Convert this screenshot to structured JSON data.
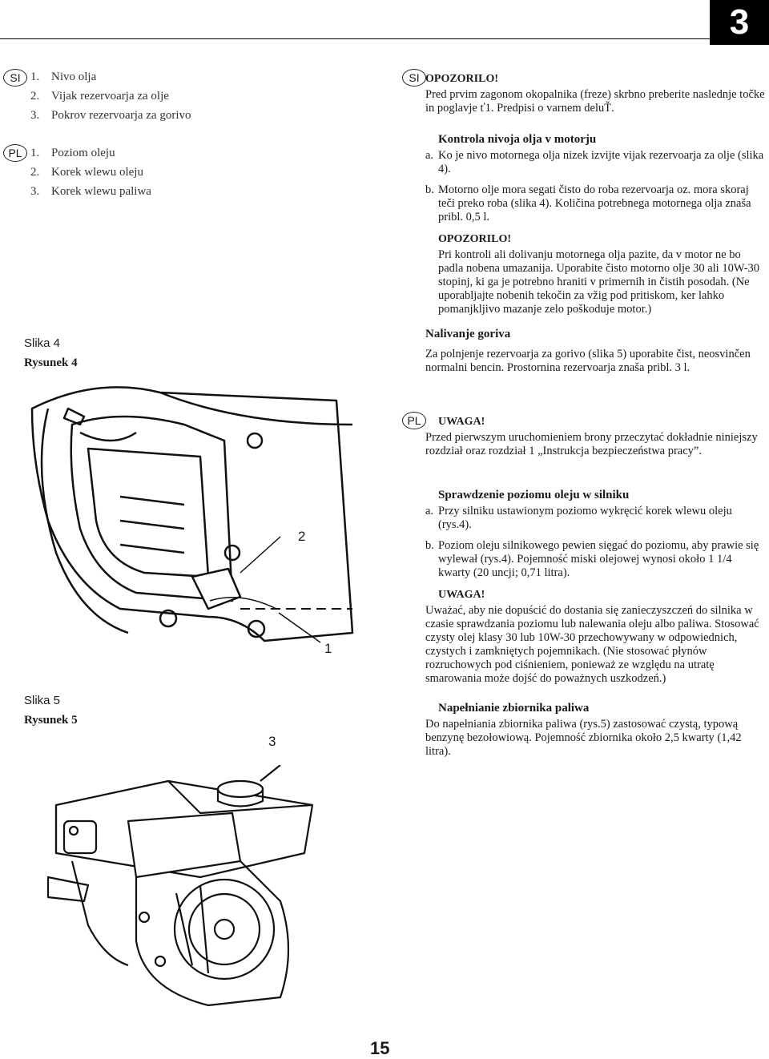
{
  "page_tab": "3",
  "page_number": "15",
  "legend_si": {
    "badge": "SI",
    "items": [
      {
        "num": "1.",
        "text": "Nivo olja"
      },
      {
        "num": "2.",
        "text": "Vijak rezervoarja za olje"
      },
      {
        "num": "3.",
        "text": "Pokrov rezervoarja za gorivo"
      }
    ]
  },
  "legend_pl": {
    "badge": "PL",
    "items": [
      {
        "num": "1.",
        "text": "Poziom oleju"
      },
      {
        "num": "2.",
        "text": "Korek wlewu oleju"
      },
      {
        "num": "3.",
        "text": "Korek wlewu paliwa"
      }
    ]
  },
  "fig4": {
    "caption_si": "Slika 4",
    "caption_pl": "Rysunek 4"
  },
  "fig5": {
    "caption_si": "Slika 5",
    "caption_pl": "Rysunek 5"
  },
  "callouts": {
    "c1": "1",
    "c2": "2",
    "c3": "3"
  },
  "si": {
    "badge": "SI",
    "warning_title": "OPOZORILO!",
    "warning_text": "Pred prvim zagonom okopalnika (freze) skrbno preberite naslednje točke in poglavje ť1. Predpisi o varnem deluŤ.",
    "h1": "Kontrola nivoja olja v motorju",
    "a_mark": "a.",
    "a_text": "Ko je nivo motornega olja nizek izvijte vijak rezervoarja za olje (slika 4).",
    "b_mark": "b.",
    "b_text": "Motorno olje mora segati čisto do roba rezervoarja oz. mora skoraj teči preko roba (slika 4). Količina potrebnega motornega olja znaša pribl. 0,5 l.",
    "warning2_title": "OPOZORILO!",
    "warning2_text": "Pri kontroli ali dolivanju motornega olja pazite, da v motor ne bo padla nobena umazanija. Uporabite čisto motorno olje 30 ali 10W-30 stopinj, ki ga je potrebno hraniti v primernih in čistih posodah. (Ne uporabljajte nobenih tekočin za vžig pod pritiskom, ker lahko pomanjkljivo mazanje zelo poškoduje motor.)",
    "h2": "Nalivanje goriva",
    "fuel_text": "Za polnjenje rezervoarja za gorivo (slika 5) uporabite čist, neosvinčen normalni bencin. Prostornina rezervoarja znaša pribl. 3 l."
  },
  "pl": {
    "badge": "PL",
    "warning_title": "UWAGA!",
    "warning_text": "Przed pierwszym uruchomieniem brony przeczytać dokładnie niniejszy rozdział oraz rozdział 1 „Instrukcja bezpieczeństwa pracy”.",
    "h1": "Sprawdzenie poziomu oleju w silniku",
    "a_mark": "a.",
    "a_text": "Przy silniku ustawionym poziomo wykręcić korek wlewu oleju (rys.4).",
    "b_mark": "b.",
    "b_text": "Poziom oleju silnikowego pewien sięgać do poziomu, aby prawie się wylewał (rys.4). Pojemność miski olejowej wynosi około 1 1/4 kwarty (20 uncji; 0,71 litra).",
    "warning2_title": "UWAGA!",
    "warning2_text": "Uważać, aby nie dopuścić do dostania się zanieczyszczeń do silnika w czasie sprawdzania poziomu lub nalewania oleju albo paliwa. Stosować czysty olej klasy 30 lub 10W-30 przechowywany w odpowiednich, czystych i zamkniętych pojemnikach. (Nie stosować płynów rozruchowych pod ciśnieniem, ponieważ ze względu na utratę smarowania może dojść do poważnych uszkodzeń.)",
    "h2": "Napełnianie zbiornika paliwa",
    "fuel_text": "Do napełniania zbiornika paliwa (rys.5) zastosować czystą, typową benzynę bezołowiową. Pojemność zbiornika około 2,5 kwarty (1,42 litra)."
  }
}
